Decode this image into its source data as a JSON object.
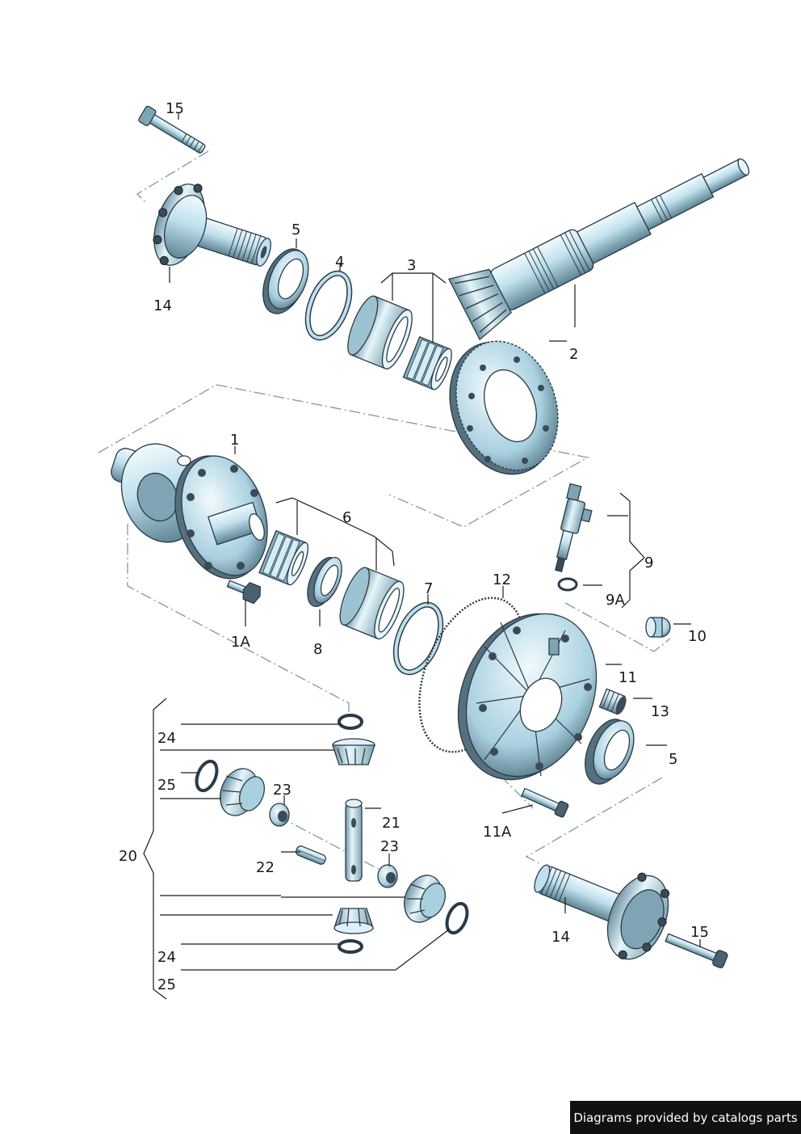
{
  "labels": {
    "l15a": "15",
    "l14a": "14",
    "l5a": "5",
    "l4": "4",
    "l3": "3",
    "l2": "2",
    "l1": "1",
    "l6": "6",
    "l1A": "1A",
    "l8": "8",
    "l7": "7",
    "l12": "12",
    "l9": "9",
    "l9A": "9A",
    "l10": "10",
    "l11": "11",
    "l13": "13",
    "l5b": "5",
    "l11A": "11A",
    "l14b": "14",
    "l15b": "15",
    "l20": "20",
    "l24a": "24",
    "l25a": "25",
    "l23a": "23",
    "l21": "21",
    "l22": "22",
    "l23b": "23",
    "l24b": "24",
    "l25b": "25"
  },
  "colors": {
    "steel_light": "#dff1f7",
    "steel_mid": "#a9d0df",
    "steel_dark": "#5f8595",
    "outline": "#2a3a48",
    "dash_line": "#7f97a8"
  },
  "credit": "Diagrams provided by catalogs parts"
}
